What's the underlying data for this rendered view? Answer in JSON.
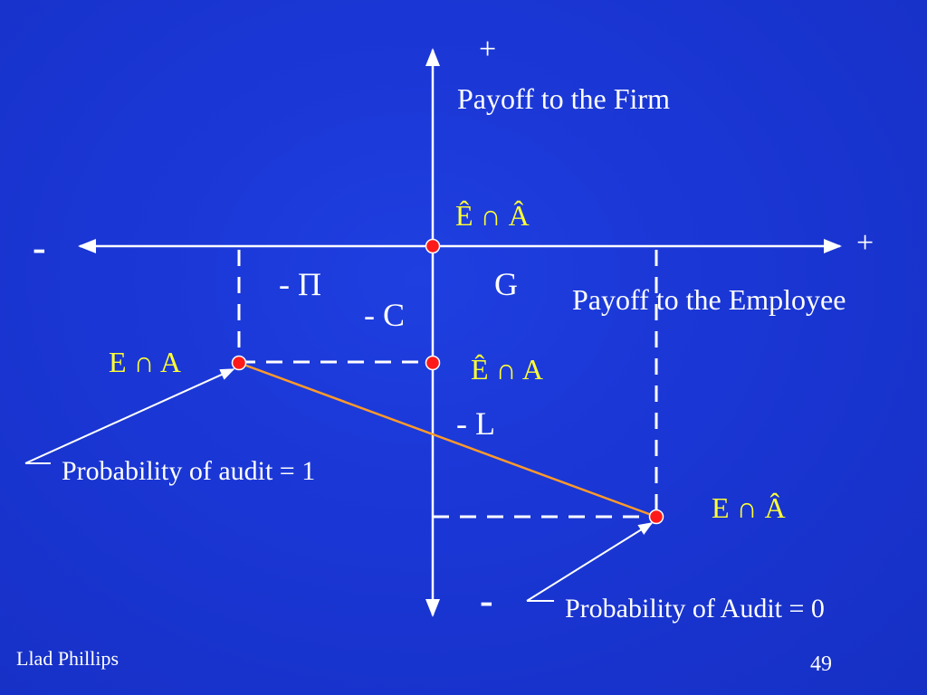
{
  "axes": {
    "y_plus": "+",
    "y_minus": "-",
    "x_plus": "+",
    "x_minus": "-",
    "y_title": "Payoff to the Firm",
    "x_title": "Payoff to the Employee"
  },
  "regions": {
    "neg_pi": "- Π",
    "neg_c": "- C",
    "g": "G",
    "neg_l": "- L"
  },
  "points": {
    "origin": "Ê ∩ Â",
    "e_and_a": "E ∩ A",
    "ehat_and_a": "Ê ∩ A",
    "e_and_ahat": "E ∩ Â"
  },
  "annotations": {
    "audit_one": "Probability of audit = 1",
    "audit_zero": "Probability of Audit = 0"
  },
  "footer": {
    "author": "Llad Phillips",
    "page_number": "49"
  },
  "colors": {
    "background": "#1a36d4",
    "axis": "#ffffff",
    "point": "#ff1a1a",
    "connector": "#ff9a2a",
    "highlight_text": "#ffff33"
  }
}
